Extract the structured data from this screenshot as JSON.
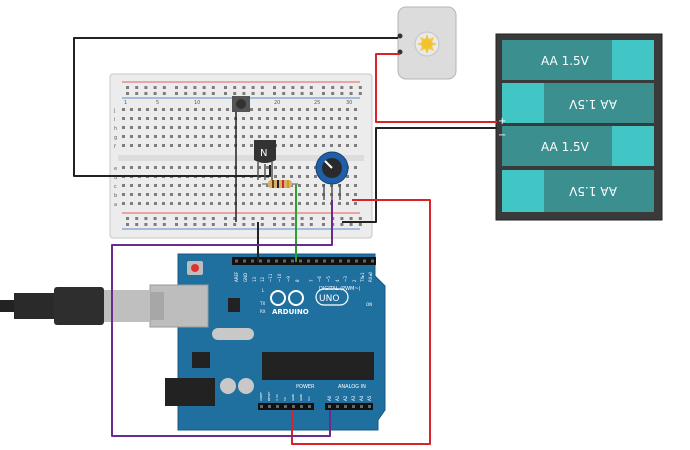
{
  "breadboard": {
    "row_letters_top": [
      "j",
      "i",
      "h",
      "g",
      "f"
    ],
    "row_letters_bottom": [
      "e",
      "d",
      "c",
      "b",
      "a"
    ],
    "column_numbers": [
      "1",
      "5",
      "10",
      "15",
      "20",
      "25",
      "30"
    ]
  },
  "transistor": {
    "label": "N"
  },
  "battery_pack": {
    "cells": [
      {
        "label": "AA 1.5V",
        "flipped": false
      },
      {
        "label": "AA 1.5V",
        "flipped": true
      },
      {
        "label": "AA 1.5V",
        "flipped": false
      },
      {
        "label": "AA 1.5V",
        "flipped": true
      }
    ],
    "plus": "+",
    "minus": "−"
  },
  "arduino": {
    "logo_text": "ARDUINO",
    "model": "UNO",
    "digital_label": "DIGITAL (PWM~)",
    "power_label": "POWER",
    "analog_label": "ANALOG IN",
    "on_label": "ON",
    "l_label": "L",
    "tx_label": "TX",
    "rx_label": "RX",
    "digital_pins": [
      "AREF",
      "GND",
      "13",
      "12",
      "~11",
      "~10",
      "~9",
      "8",
      "7",
      "~6",
      "~5",
      "4",
      "~3",
      "2",
      "TX▸1",
      "RX◂0"
    ],
    "power_pins": [
      "IOREF",
      "RESET",
      "3.3V",
      "5V",
      "GND",
      "GND",
      "Vin"
    ],
    "analog_pins": [
      "A0",
      "A1",
      "A2",
      "A3",
      "A4",
      "A5"
    ]
  },
  "colors": {
    "wire_black": "#222222",
    "wire_red": "#d8232a",
    "wire_green": "#2ca02c",
    "wire_purple": "#6a2a8e",
    "board_blue": "#1f6f9f",
    "battery_teal": "#3c8f8f",
    "battery_cap": "#42c5c5"
  }
}
